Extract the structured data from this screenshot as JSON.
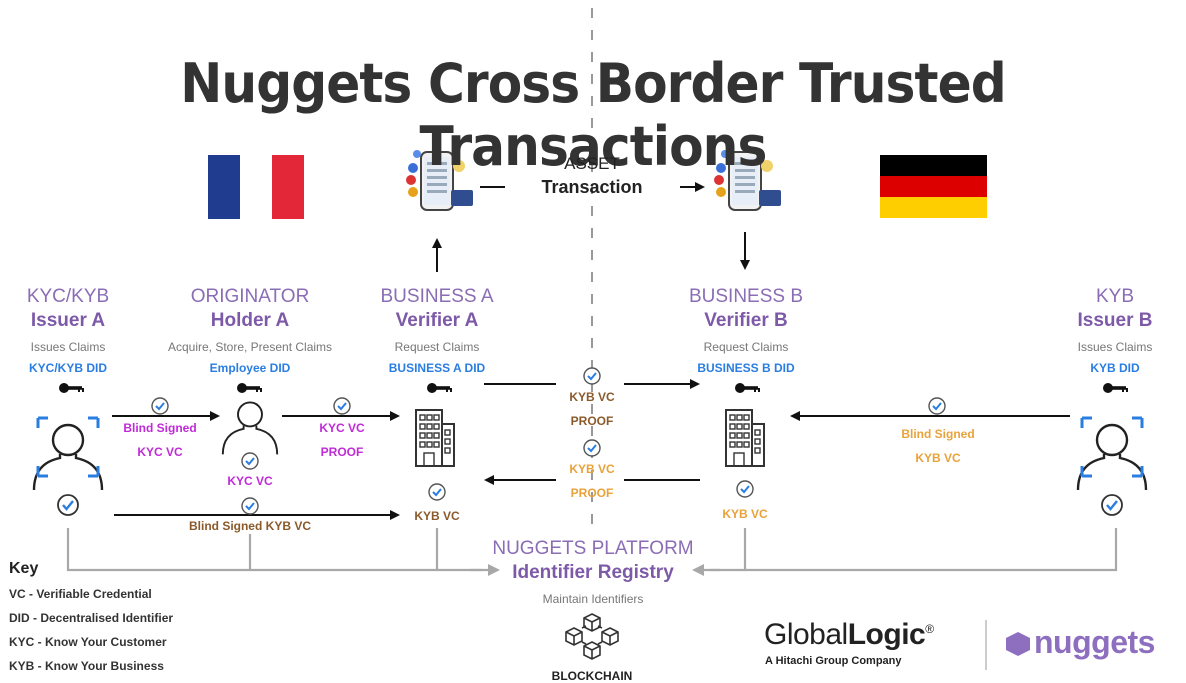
{
  "title": "Nuggets Cross Border Trusted Transactions",
  "asset": {
    "line1": "ASSET",
    "line2": "Transaction"
  },
  "roles": {
    "issuer_a": {
      "line1": "KYC/KYB",
      "line2": "Issuer A",
      "sub": "Issues Claims",
      "did": "KYC/KYB DID"
    },
    "holder_a": {
      "line1": "ORIGINATOR",
      "line2": "Holder A",
      "sub": "Acquire, Store, Present Claims",
      "did": "Employee DID"
    },
    "verifier_a": {
      "line1": "BUSINESS A",
      "line2": "Verifier A",
      "sub": "Request Claims",
      "did": "BUSINESS A DID"
    },
    "verifier_b": {
      "line1": "BUSINESS B",
      "line2": "Verifier B",
      "sub": "Request Claims",
      "did": "BUSINESS B DID"
    },
    "issuer_b": {
      "line1": "KYB",
      "line2": "Issuer B",
      "sub": "Issues Claims",
      "did": "KYB DID"
    }
  },
  "edges": {
    "blind_signed": "Blind Signed",
    "kyc_vc": "KYC VC",
    "kyc_vc_2": "KYC VC",
    "kyc_vc_3": "KYC VC",
    "proof_1": "PROOF",
    "blind_signed_kyb": "Blind Signed KYB VC",
    "kyb_vc_a": "KYB VC",
    "kyb_vc_mid1": "KYB VC",
    "proof_mid1": "PROOF",
    "kyb_vc_mid2": "KYB VC",
    "proof_mid2": "PROOF",
    "kyb_vc_b": "KYB VC",
    "blind_signed_b": "Blind Signed",
    "kyb_vc_issuer_b": "KYB VC"
  },
  "platform": {
    "line1": "NUGGETS PLATFORM",
    "line2": "Identifier Registry",
    "sub": "Maintain Identifiers",
    "blockchain": "BLOCKCHAIN"
  },
  "key": {
    "title": "Key",
    "items": [
      "VC - Verifiable Credential",
      "DID - Decentralised Identifier",
      "KYC - Know Your Customer",
      "KYB - Know Your Business"
    ]
  },
  "logos": {
    "gl_a": "Global",
    "gl_b": "Logic",
    "gl_reg": "®",
    "gl_sub": "A Hitachi Group Company",
    "nuggets": "nuggets"
  },
  "colors": {
    "purple": "#7d5aa8",
    "blue": "#2a7de1",
    "magenta": "#c02ad8",
    "brown": "#8a5a2b",
    "orange": "#e9a23a",
    "france_blue": "#1f3c8f",
    "france_red": "#e32638",
    "germany_red": "#dd0000",
    "germany_gold": "#ffce00"
  }
}
